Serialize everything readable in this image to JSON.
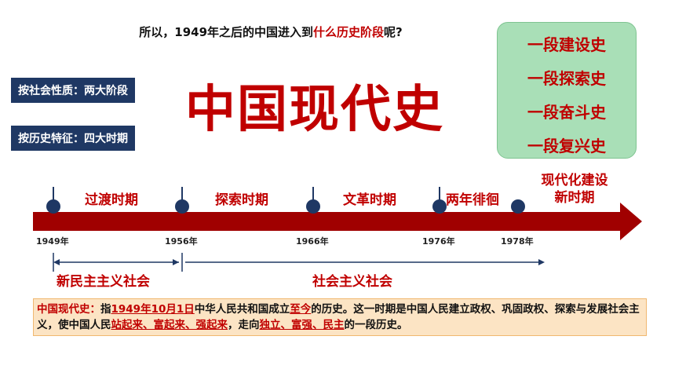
{
  "question": {
    "prefix": "所以，1949年之后的中国进入到",
    "highlight": "什么历史阶段",
    "suffix": "呢?"
  },
  "tags": {
    "by_nature": "按社会性质：两大阶段",
    "by_feature": "按历史特征：四大时期"
  },
  "main_title": "中国现代史",
  "green_box": {
    "items": [
      "一段建设史",
      "一段探索史",
      "一段奋斗史",
      "一段复兴史"
    ]
  },
  "timeline": {
    "periods": [
      "过渡时期",
      "探索时期",
      "文革时期",
      "两年徘徊"
    ],
    "modern_period_line1": "现代化建设",
    "modern_period_line2": "新时期",
    "years": [
      "1949年",
      "1956年",
      "1966年",
      "1976年",
      "1978年"
    ],
    "society_new_democratic": "新民主主义社会",
    "society_socialist": "社会主义社会"
  },
  "summary": {
    "label": "中国现代史：",
    "t1": "指",
    "date": "1949年10月1日",
    "t2": "中华人民共和国成立",
    "to_now": "至今",
    "t3": "的历史。这一时期是中国人民建立政权、巩固政权、探索与发展社会主义，使中国人民",
    "stood_up": "站起来、富起来、强起来",
    "t4": "，走向",
    "goals": "独立、富强、民主",
    "t5": "的一段历史。"
  },
  "colors": {
    "red": "#c00000",
    "arrow": "#a00000",
    "navy": "#1f3864",
    "green_box": "#a9dfb7",
    "summary_bg": "#fce4c4"
  }
}
